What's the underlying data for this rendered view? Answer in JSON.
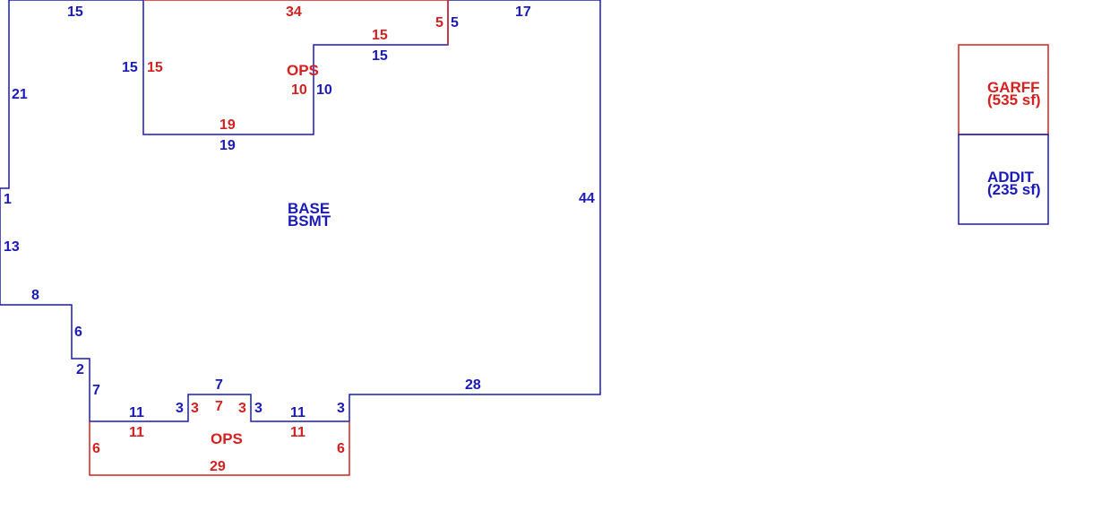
{
  "colors": {
    "main": "#1a1ab8",
    "addition": "#d42020"
  },
  "areas": {
    "base_name": "BASE",
    "base_sub": "BSMT",
    "ops_top": "OPS",
    "ops_bottom": "OPS"
  },
  "legend": {
    "garage_name": "GARFF",
    "garage_sf": "(535 sf)",
    "addit_name": "ADDIT",
    "addit_sf": "(235 sf)"
  },
  "dims_blue": {
    "top_left": "15",
    "left_upper": "21",
    "left_jog": "1",
    "left_lower": "13",
    "step_a": "8",
    "step_b": "6",
    "step_c": "2",
    "step_d": "7",
    "bottom_seg_1": "11",
    "bottom_seg_2": "3",
    "bottom_seg_3": "7",
    "bottom_seg_4": "3",
    "bottom_seg_5": "11",
    "bottom_seg_6": "3",
    "bottom_right": "28",
    "right_side": "44",
    "top_right": "17",
    "top_notch": "5",
    "ops_left": "15",
    "ops_bottom": "19",
    "ops_right": "10",
    "ops_step": "15"
  },
  "dims_red": {
    "ops_top": "34",
    "ops_right_notch": "5",
    "ops_step": "15",
    "ops_left": "15",
    "ops_right": "10",
    "ops_bottom": "19",
    "bot_left": "6",
    "bot_seg_1": "11",
    "bot_seg_2": "3",
    "bot_seg_3": "7",
    "bot_seg_4": "3",
    "bot_seg_5": "11",
    "bot_right": "6",
    "bot_total": "29"
  }
}
